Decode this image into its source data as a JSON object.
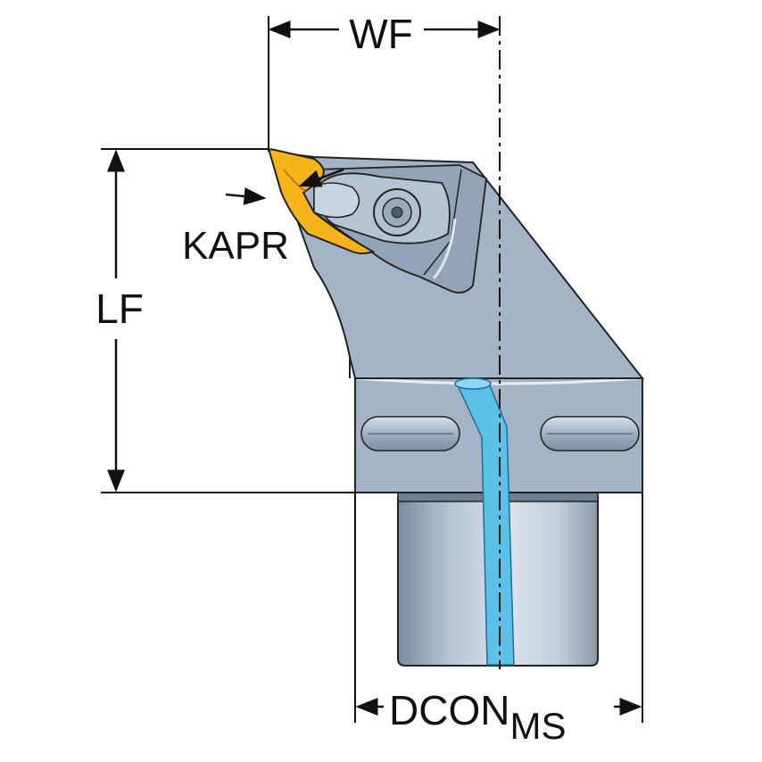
{
  "labels": {
    "wf": "WF",
    "lf": "LF",
    "kapr": "KAPR",
    "dcon": "DCON",
    "dcon_sub": "MS"
  },
  "colors": {
    "body": "#a4b3c6",
    "body_dark": "#6f7f93",
    "insert": "#f6b31a",
    "coolant": "#5bc1e8",
    "line": "#111111"
  }
}
